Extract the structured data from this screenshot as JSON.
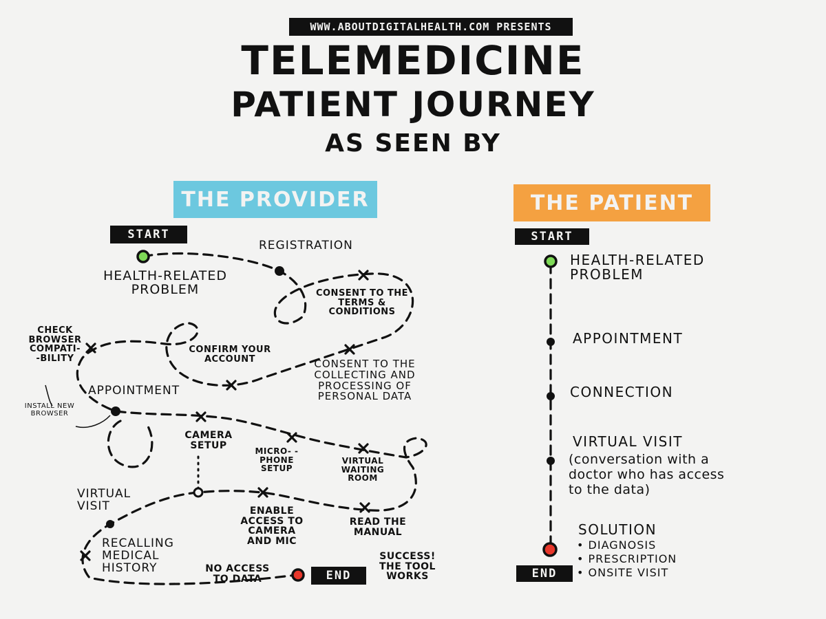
{
  "header": {
    "presents": "WWW.ABOUTDIGITALHEALTH.COM PRESENTS",
    "title_line1": "TELEMEDICINE",
    "title_line2": "PATIENT JOURNEY",
    "title_line3": "AS SEEN BY"
  },
  "provider": {
    "heading": "THE PROVIDER",
    "start": "START",
    "end": "END",
    "health_problem": "HEALTH-RELATED PROBLEM",
    "registration": "REGISTRATION",
    "consent_terms": "CONSENT TO THE TERMS & CONDITIONS",
    "check_browser": "CHECK BROWSER COMPATI- -BILITY",
    "install_browser": "INSTALL NEW BROWSER",
    "confirm_account": "CONFIRM YOUR ACCOUNT",
    "consent_data": "CONSENT TO THE COLLECTING AND PROCESSING OF PERSONAL DATA",
    "appointment": "APPOINTMENT",
    "camera_setup": "CAMERA SETUP",
    "microphone_setup": "MICRO- -PHONE SETUP",
    "waiting_room": "VIRTUAL WAITING ROOM",
    "virtual_visit": "VIRTUAL VISIT",
    "enable_access": "ENABLE ACCESS TO CAMERA AND MIC",
    "read_manual": "READ THE MANUAL",
    "recalling_history": "RECALLING MEDICAL HISTORY",
    "no_access": "NO ACCESS TO DATA",
    "success": "SUCCESS! THE TOOL WORKS"
  },
  "patient": {
    "heading": "THE PATIENT",
    "start": "START",
    "end": "END",
    "health_problem": "HEALTH-RELATED PROBLEM",
    "appointment": "APPOINTMENT",
    "connection": "CONNECTION",
    "virtual_visit": "VIRTUAL VISIT",
    "visit_note": "(conversation with a doctor who has access to the data)",
    "solution": "SOLUTION",
    "solution_items": [
      "DIAGNOSIS",
      "PRESCRIPTION",
      "ONSITE VISIT"
    ]
  },
  "colors": {
    "provider_accent": "#6cc8df",
    "patient_accent": "#f4a141",
    "start_dot": "#7ed957",
    "end_dot": "#e8372b",
    "ink": "#111111",
    "background": "#f3f3f2"
  }
}
